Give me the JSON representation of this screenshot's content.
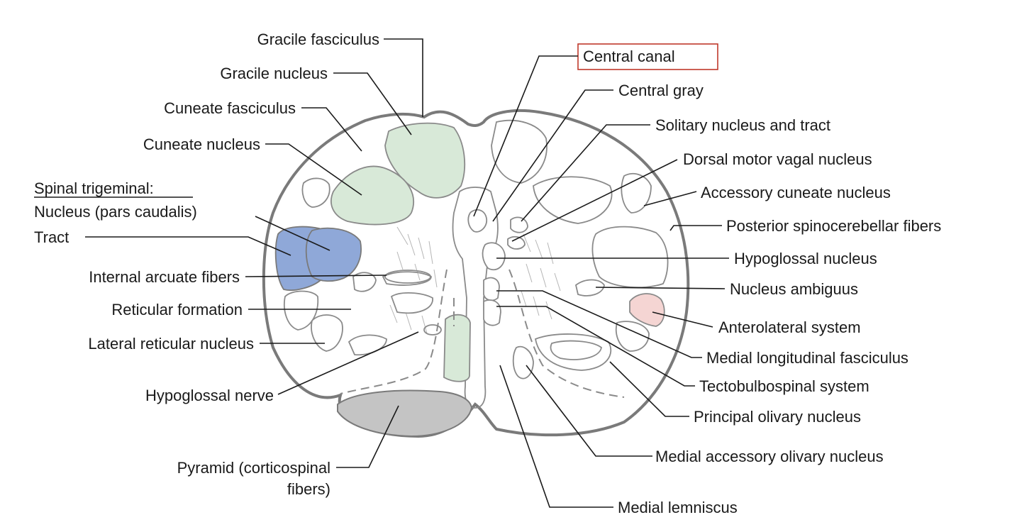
{
  "labels": {
    "gracile_fasciculus": "Gracile fasciculus",
    "gracile_nucleus": "Gracile nucleus",
    "cuneate_fasciculus": "Cuneate fasciculus",
    "cuneate_nucleus": "Cuneate nucleus",
    "spinal_trigeminal": "Spinal trigeminal:",
    "nucleus_pars_caudalis": "Nucleus (pars caudalis)",
    "tract": "Tract",
    "internal_arcuate_fibers": "Internal arcuate fibers",
    "reticular_formation": "Reticular formation",
    "lateral_reticular_nucleus": "Lateral reticular nucleus",
    "hypoglossal_nerve": "Hypoglossal nerve",
    "pyramid_line1": "Pyramid (corticospinal",
    "pyramid_line2": "fibers)",
    "central_canal": "Central canal",
    "central_gray": "Central gray",
    "solitary_nucleus": "Solitary nucleus and tract",
    "dorsal_motor_vagal": "Dorsal motor vagal nucleus",
    "accessory_cuneate": "Accessory cuneate nucleus",
    "posterior_spinocerebellar": "Posterior spinocerebellar fibers",
    "hypoglossal_nucleus": "Hypoglossal nucleus",
    "nucleus_ambiguus": "Nucleus ambiguus",
    "anterolateral_system": "Anterolateral system",
    "medial_longitudinal_fasciculus": "Medial longitudinal fasciculus",
    "tectobulbospinal_system": "Tectobulbospinal system",
    "principal_olivary_nucleus": "Principal olivary nucleus",
    "medial_accessory_olivary": "Medial accessory olivary nucleus",
    "medial_lemniscus": "Medial lemniscus"
  },
  "colors": {
    "dorsal_column_nuclei": "#d8e9d8",
    "spinal_trigeminal": "#8fa8d8",
    "anterolateral_system": "#f5d5d3",
    "pyramid": "#c4c4c4",
    "highlight_box": "#c0392b",
    "outline": "#7a7a7a"
  }
}
